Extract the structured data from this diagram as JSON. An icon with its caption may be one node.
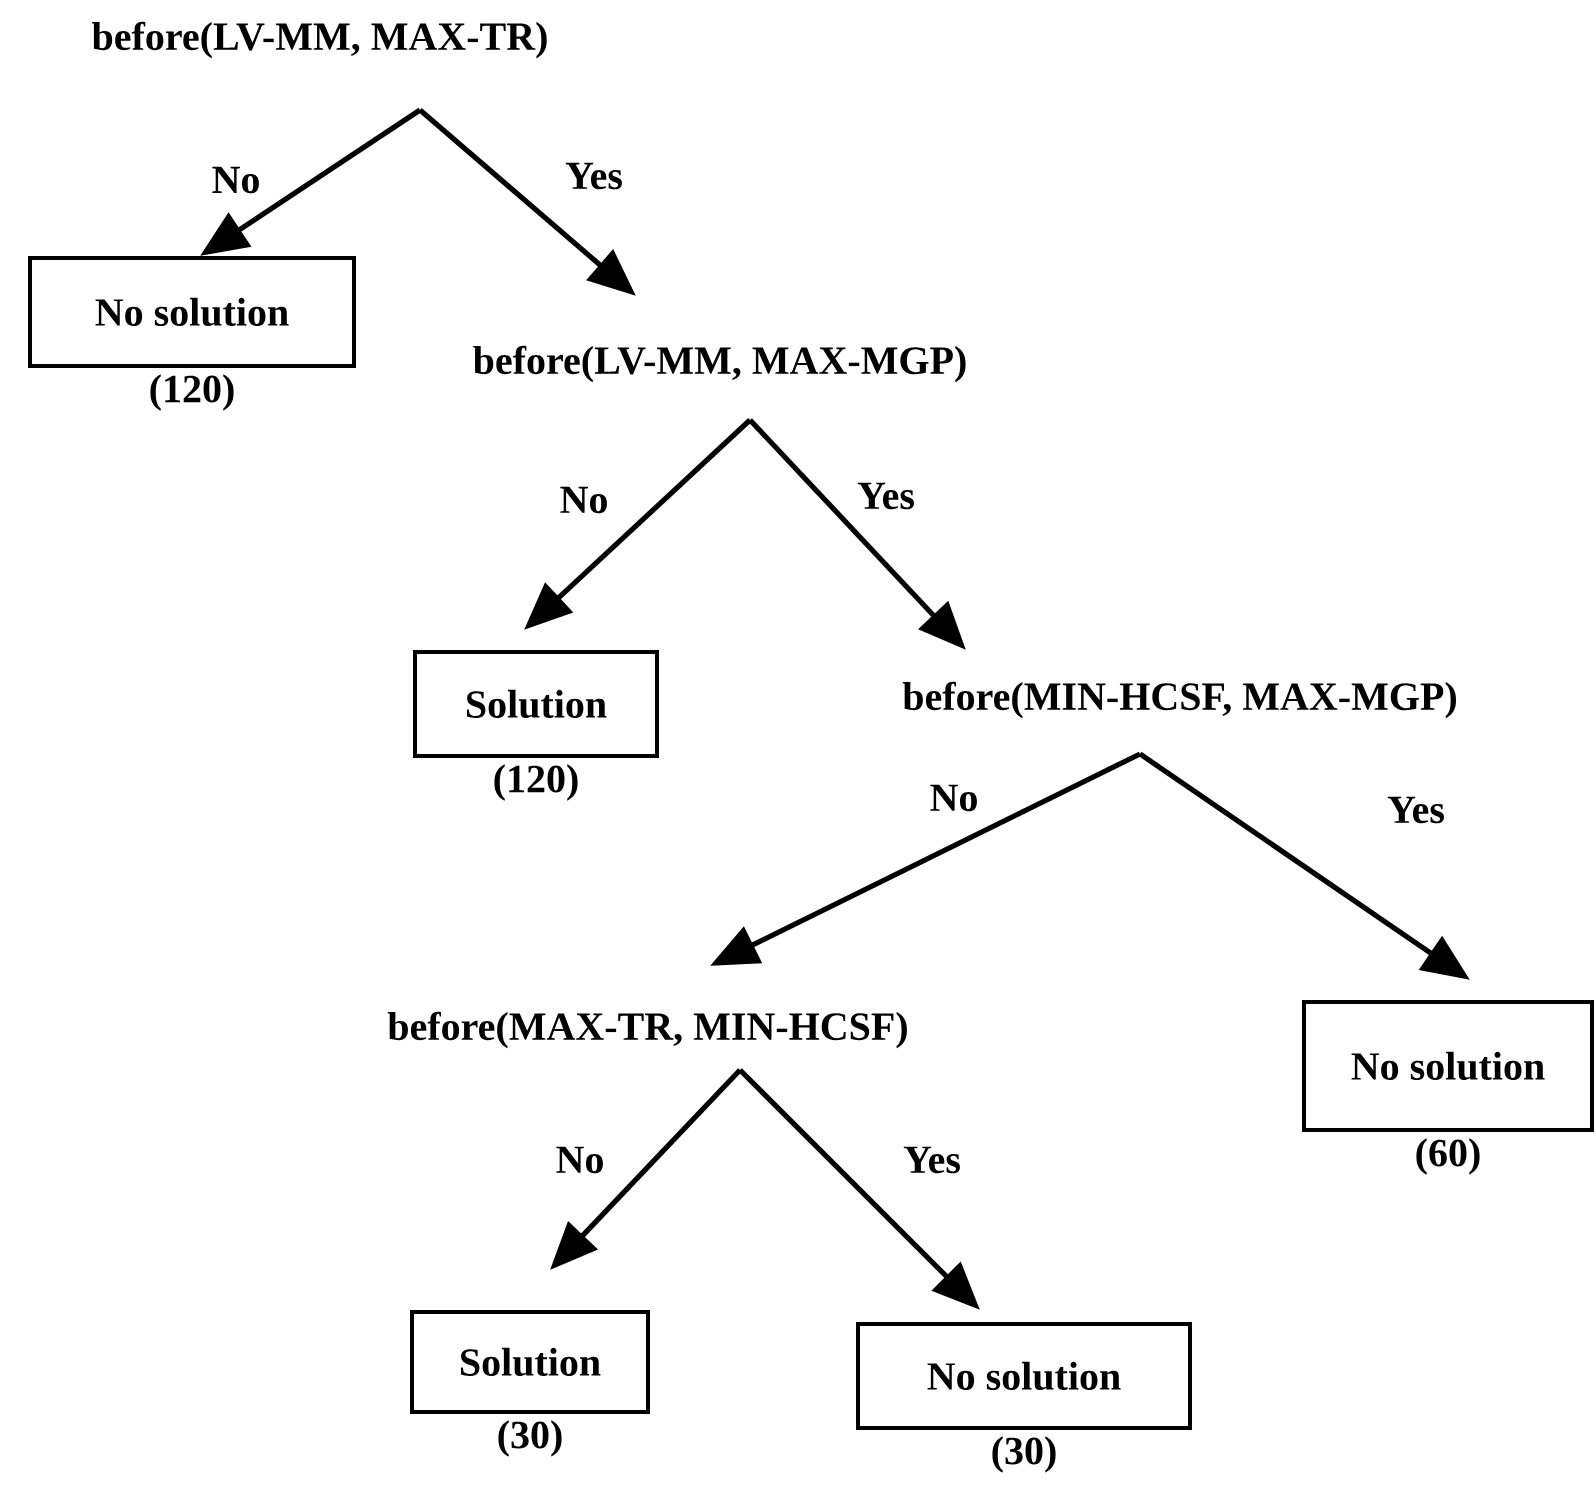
{
  "diagram": {
    "nodes": [
      {
        "text": [
          "before(LV-MM, MAX-TR)"
        ]
      },
      {
        "text": [
          "No solution"
        ],
        "beside": [
          "(120)"
        ]
      },
      {
        "text": [
          "before(LV-MM, MAX-MGP)"
        ]
      },
      {
        "text": [
          "Solution"
        ],
        "beside": [
          "(120)"
        ]
      },
      {
        "text": [
          "before(MIN-HCSF, MAX-MGP)"
        ]
      },
      {
        "text": [
          "before(MAX-TR, MIN-HCSF)"
        ]
      },
      {
        "text": [
          "No solution"
        ],
        "beside": [
          "(60)"
        ]
      },
      {
        "text": [
          "Solution"
        ],
        "beside": [
          "(30)"
        ]
      },
      {
        "text": [
          "No solution"
        ],
        "beside": [
          "(30)"
        ]
      }
    ],
    "edges": [
      {
        "from": 0,
        "to": 1,
        "arrow": "to",
        "label": "No"
      },
      {
        "from": 0,
        "to": 2,
        "arrow": "to",
        "label": "Yes"
      },
      {
        "from": 2,
        "to": 3,
        "arrow": "to",
        "label": "No"
      },
      {
        "from": 2,
        "to": 4,
        "arrow": "to",
        "label": "Yes"
      },
      {
        "from": 4,
        "to": 5,
        "arrow": "to",
        "label": "No"
      },
      {
        "from": 4,
        "to": 6,
        "arrow": "to",
        "label": "Yes"
      },
      {
        "from": 5,
        "to": 7,
        "arrow": "to",
        "label": "No"
      },
      {
        "from": 5,
        "to": 8,
        "arrow": "to",
        "label": "Yes"
      }
    ]
  }
}
